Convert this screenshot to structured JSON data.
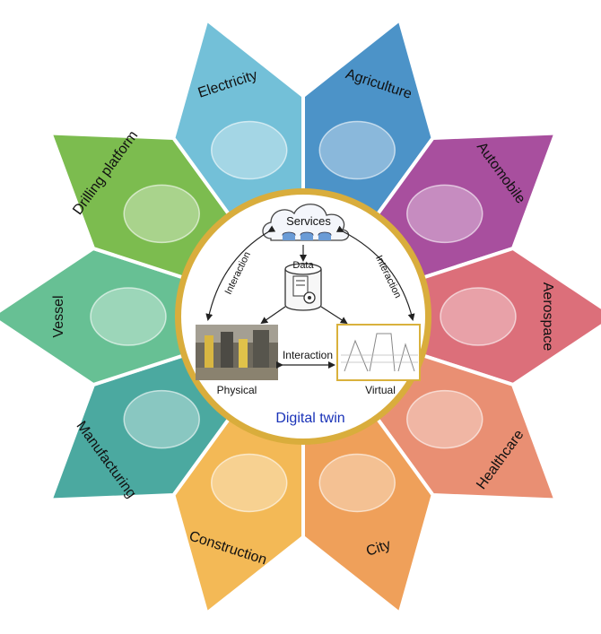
{
  "segments": [
    {
      "name": "agriculture",
      "label": "Agriculture",
      "color": "#4c93c8"
    },
    {
      "name": "automobile",
      "label": "Automobile",
      "color": "#a84f9e"
    },
    {
      "name": "aerospace",
      "label": "Aerospace",
      "color": "#dc6f7a"
    },
    {
      "name": "healthcare",
      "label": "Healthcare",
      "color": "#e98f73"
    },
    {
      "name": "city",
      "label": "City",
      "color": "#efa05a"
    },
    {
      "name": "construction",
      "label": "Construction",
      "color": "#f3b956"
    },
    {
      "name": "manufacturing",
      "label": "Manufacturing",
      "color": "#4ba9a0"
    },
    {
      "name": "vessel",
      "label": "Vessel",
      "color": "#67c094"
    },
    {
      "name": "drilling",
      "label": "Drilling platform",
      "color": "#7cbc4f"
    },
    {
      "name": "electricity",
      "label": "Electricity",
      "color": "#73c0d8"
    }
  ],
  "center": {
    "title": "Digital twin",
    "title_color": "#1a33b8",
    "services": "Services",
    "data": "Data",
    "physical": "Physical",
    "virtual": "Virtual",
    "interaction_left": "Interaction",
    "interaction_right": "Interaction",
    "interaction_bottom": "Interaction"
  }
}
